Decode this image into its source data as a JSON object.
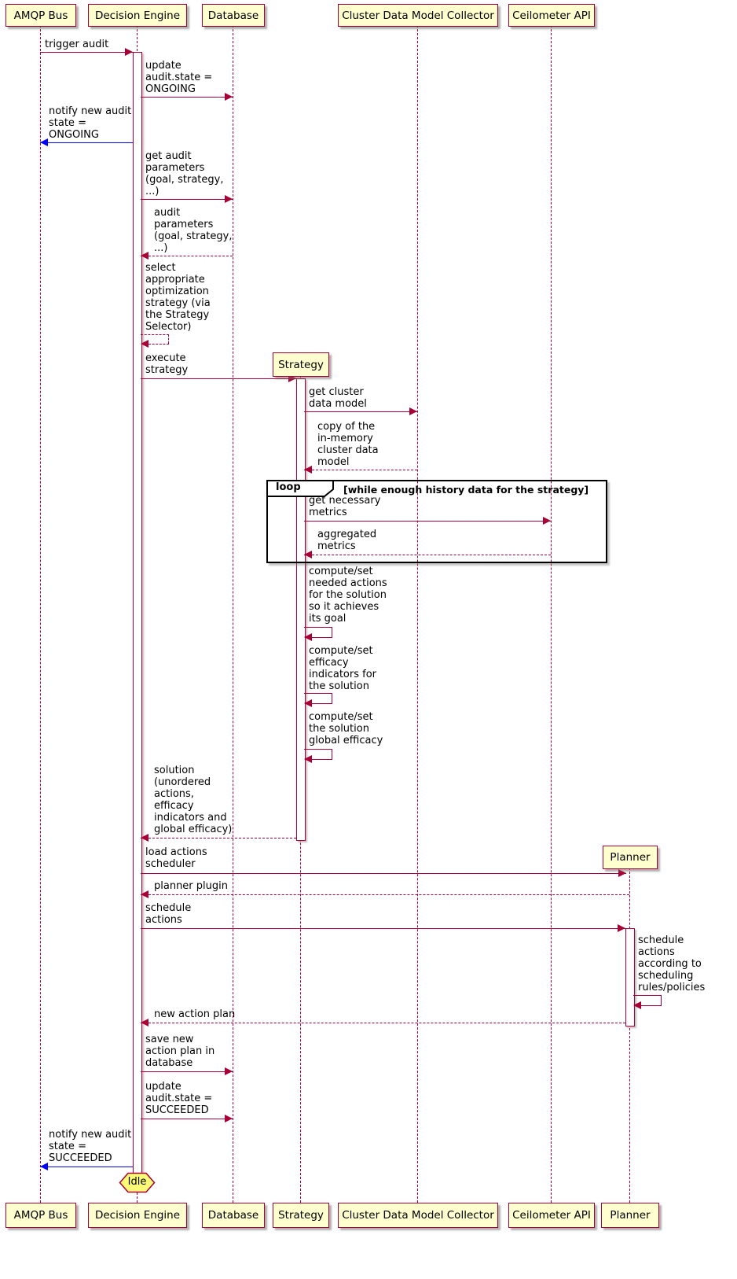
{
  "diagram": {
    "participants": {
      "amqp_bus": "AMQP Bus",
      "decision_engine": "Decision Engine",
      "database": "Database",
      "strategy": "Strategy",
      "collector": "Cluster Data Model Collector",
      "ceilometer": "Ceilometer API",
      "planner": "Planner"
    },
    "loop": {
      "keyword": "loop",
      "condition": "[while enough history data for the strategy]"
    },
    "end_note": "Idle",
    "messages": {
      "trigger_audit": "trigger audit",
      "update_state_ongoing": "update\naudit.state =\nONGOING",
      "notify_ongoing": "notify new audit\nstate =\nONGOING",
      "get_audit_params": "get audit\nparameters\n(goal, strategy,\n...)",
      "audit_params_return": "audit\nparameters\n(goal, strategy,\n...)",
      "select_strategy": "select\nappropriate\noptimization\nstrategy (via\nthe Strategy\nSelector)",
      "execute_strategy": "execute\nstrategy",
      "get_cluster_model": "get cluster\ndata model",
      "copy_cluster_model": "copy of the\nin-memory\ncluster data\nmodel",
      "get_metrics": "get necessary\nmetrics",
      "aggregated_metrics": "aggregated\nmetrics",
      "compute_actions": "compute/set\nneeded actions\nfor the solution\nso it achieves\nits goal",
      "compute_efficacy": "compute/set\nefficacy\nindicators for\nthe solution",
      "compute_global_efficacy": "compute/set\nthe solution\nglobal efficacy",
      "solution_return": "solution\n(unordered\nactions,\nefficacy\nindicators and\nglobal efficacy)",
      "load_scheduler": "load actions\nscheduler",
      "planner_plugin": "planner plugin",
      "schedule_actions": "schedule\nactions",
      "schedule_rules": "schedule\nactions\naccording to\nscheduling\nrules/policies",
      "new_action_plan": "new action plan",
      "save_action_plan": "save new\naction plan in\ndatabase",
      "update_state_succeeded": "update\naudit.state =\nSUCCEEDED",
      "notify_succeeded": "notify new audit\nstate =\nSUCCEEDED"
    },
    "colors": {
      "participant_fill": "#FEFECE",
      "border": "#A80036",
      "note_fill": "#FBFB77",
      "notify_arrow": "#0000FF",
      "frame_border": "#000000"
    }
  }
}
